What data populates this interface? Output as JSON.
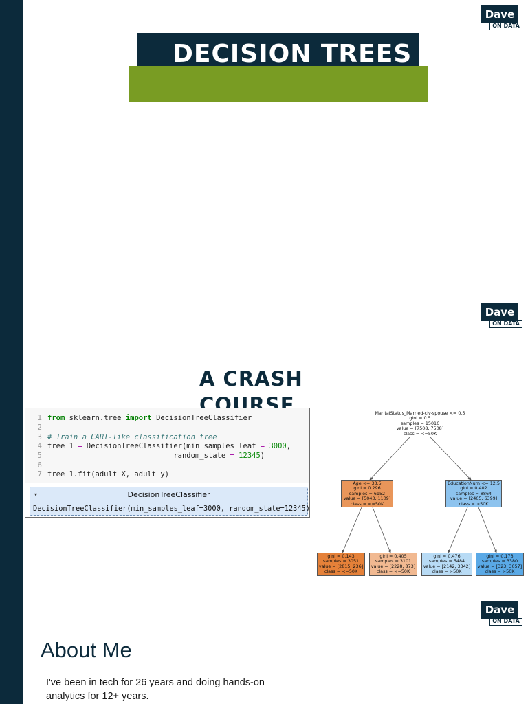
{
  "brand": {
    "logo_word": "Dave",
    "logo_sub": "ON DATA",
    "colors": {
      "navy": "#0c2a3b",
      "green": "#799c23"
    }
  },
  "slide1": {
    "title": "DECISION TREES"
  },
  "slide2": {
    "heading_line1": "A CRASH",
    "heading_line2": "COURSE",
    "code": {
      "lines": [
        {
          "n": "1",
          "import_kw": "from",
          "module": " sklearn.tree ",
          "import_kw2": "import",
          "name": " DecisionTreeClassifier"
        },
        {
          "n": "2"
        },
        {
          "n": "3",
          "comment": "# Train a CART-like classification tree"
        },
        {
          "n": "4",
          "var": "tree_1 ",
          "eq": "=",
          "call": " DecisionTreeClassifier(min_samples_leaf ",
          "eq2": "=",
          "sp": " ",
          "val": "3000",
          "tail": ","
        },
        {
          "n": "5",
          "indent": "                             random_state ",
          "eq": "=",
          "sp": " ",
          "val": "12345",
          "tail": ")"
        },
        {
          "n": "6"
        },
        {
          "n": "7",
          "text": "tree_1.fit(adult_X, adult_y)"
        }
      ],
      "estimator_arrow": "▾",
      "estimator_name": "DecisionTreeClassifier",
      "estimator_repr": "DecisionTreeClassifier(min_samples_leaf=3000, random_state=12345)"
    },
    "tree": {
      "root": [
        "MaritalStatus_Married-civ-spouse <= 0.5",
        "gini = 0.5",
        "samples = 15016",
        "value = [7508, 7508]",
        "class = <=50K"
      ],
      "left": [
        "Age <= 33.5",
        "gini = 0.296",
        "samples = 6152",
        "value = [5043, 1109]",
        "class = <=50K"
      ],
      "right": [
        "EducationNum <= 12.5",
        "gini = 0.402",
        "samples = 8864",
        "value = [2465, 6399]",
        "class = >50K"
      ],
      "leaf1": [
        "gini = 0.143",
        "samples = 3051",
        "value = [2815, 236]",
        "class = <=50K"
      ],
      "leaf2": [
        "gini = 0.405",
        "samples = 3101",
        "value = [2228, 873]",
        "class = <=50K"
      ],
      "leaf3": [
        "gini = 0.476",
        "samples = 5484",
        "value = [2142, 3342]",
        "class = >50K"
      ],
      "leaf4": [
        "gini = 0.173",
        "samples = 3380",
        "value = [323, 3057]",
        "class = >50K"
      ],
      "colors": {
        "root": "#ffffff",
        "left": "#e9965a",
        "right": "#8dc3ee",
        "leaf1": "#e58139",
        "leaf2": "#f1b991",
        "leaf3": "#b8dbf5",
        "leaf4": "#5aa9e6"
      }
    }
  },
  "slide3": {
    "title": "About Me",
    "body": "I've been in tech for 26 years and doing hands-on analytics for 12+ years."
  }
}
